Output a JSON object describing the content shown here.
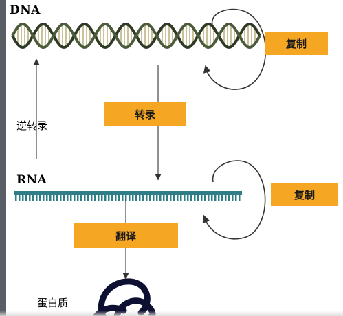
{
  "molecules": {
    "dna": "DNA",
    "rna": "RNA",
    "protein": "蛋白质"
  },
  "processes": {
    "dna_replication": "复制",
    "transcription": "转录",
    "reverse_transcription": "逆转录",
    "rna_replication": "复制",
    "translation": "翻译"
  },
  "colors": {
    "box_fill": "#f5a623",
    "strand": "#2f3a26",
    "rung": "#c9c29a",
    "rna_backbone": "#2f7d86",
    "arrow": "#333333"
  }
}
